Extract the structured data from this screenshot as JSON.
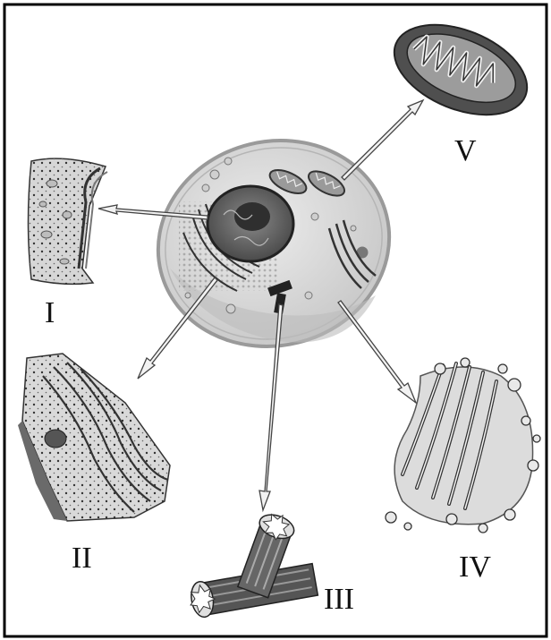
{
  "labels": {
    "I": "I",
    "II": "II",
    "III": "III",
    "IV": "IV",
    "V": "V"
  },
  "colors": {
    "ink": "#222222",
    "cytoplasm": "#dcdcdc",
    "membrane": "#bfbfbf",
    "arrow": "#f2f2f2",
    "organelle_dark": "#555555",
    "organelle_light": "#e6e6e6"
  }
}
